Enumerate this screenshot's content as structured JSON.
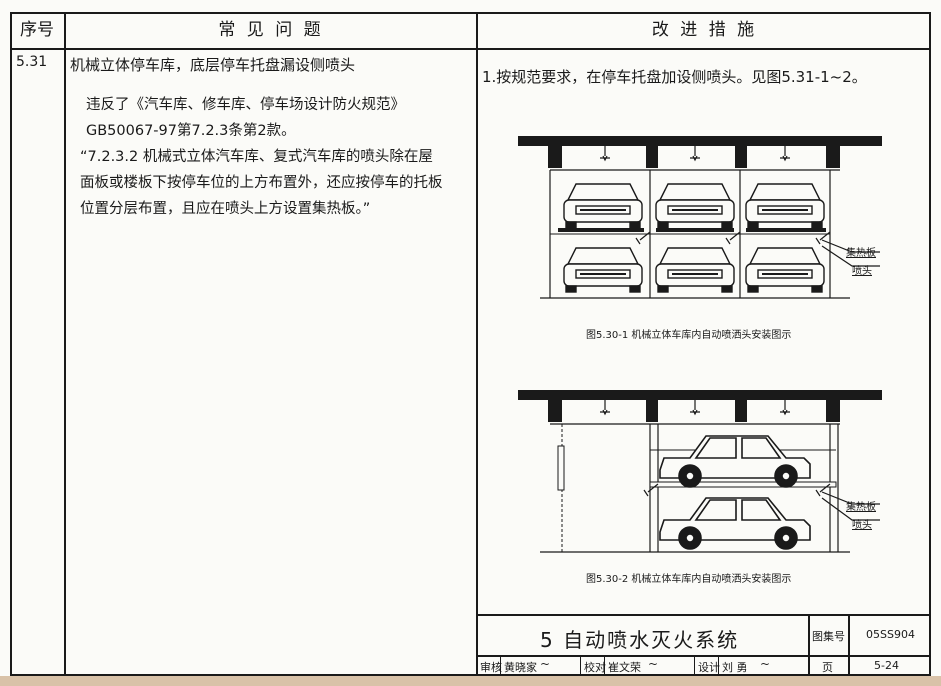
{
  "header": {
    "col1": "序号",
    "col2": "常 见 问 题",
    "col3": "改 进 措 施"
  },
  "row": {
    "number": "5.31",
    "problem_title": "机械立体停车库，底层停车托盘漏设侧喷头",
    "problem_lines": [
      "违反了《汽车库、修车库、停车场设计防火规范》",
      "GB50067-97第7.2.3条第2款。",
      "“7.2.3.2  机械式立体汽车库、复式汽车库的喷头除在屋",
      "面板或楼板下按停车位的上方布置外，还应按停车的托板",
      "位置分层布置，且应在喷头上方设置集热板。”"
    ],
    "measure_text": "1.按规范要求，在停车托盘加设侧喷头。见图5.31-1~2。"
  },
  "figures": {
    "fig1_caption": "图5.30-1    机械立体车库内自动喷洒头安装图示",
    "fig2_caption": "图5.30-2    机械立体车库内自动喷洒头安装图示",
    "label_heat_plate": "集热板",
    "label_sprinkler": "喷头"
  },
  "title_block": {
    "section_title": "5   自动喷水灭火系统",
    "atlas_label": "图集号",
    "atlas_number": "05SS904",
    "review_label": "审核",
    "review_name": "黄晓家",
    "check_label": "校对",
    "check_name": "崔文荣",
    "design_label": "设计",
    "design_name": "刘  勇",
    "page_label": "页",
    "page_number": "5-24"
  }
}
